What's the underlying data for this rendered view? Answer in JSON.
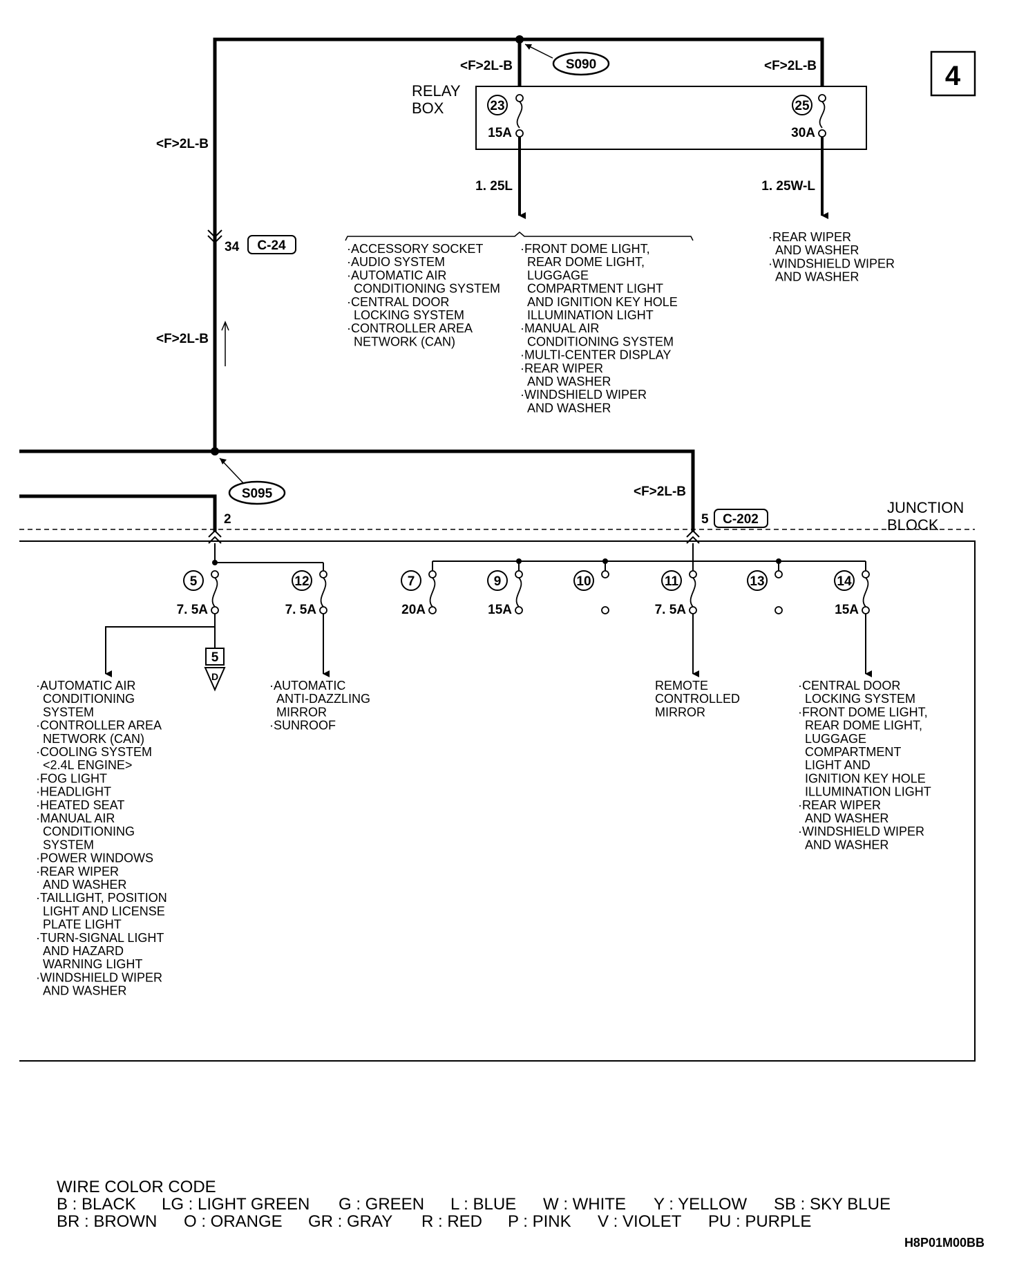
{
  "page_number": "4",
  "figure_code": "H8P01M00BB",
  "wire_labels": {
    "main_left_upper": "<F>2L-B",
    "main_left_lower": "<F>2L-B",
    "relay_in_left": "<F>2L-B",
    "relay_in_right": "<F>2L-B",
    "jb_in_right": "<F>2L-B",
    "out_23": "1. 25L",
    "out_25": "1. 25W-L"
  },
  "splices": {
    "upper": "S090",
    "lower": "S095"
  },
  "connectors": {
    "c24": {
      "pin": "34",
      "name": "C-24"
    },
    "c202": {
      "pin": "5",
      "name": "C-202"
    },
    "jb_pin_left": "2"
  },
  "relay_box": {
    "label_line1": "RELAY",
    "label_line2": "BOX",
    "fuses": [
      {
        "number": "23",
        "rating": "15A"
      },
      {
        "number": "25",
        "rating": "30A"
      }
    ]
  },
  "junction_block": {
    "label_line1": "JUNCTION",
    "label_line2": "BLOCK",
    "fuses": [
      {
        "number": "5",
        "rating": "7. 5A"
      },
      {
        "number": "12",
        "rating": "7. 5A"
      },
      {
        "number": "7",
        "rating": "20A"
      },
      {
        "number": "9",
        "rating": "15A"
      },
      {
        "number": "10",
        "rating": ""
      },
      {
        "number": "11",
        "rating": "7. 5A"
      },
      {
        "number": "13",
        "rating": ""
      },
      {
        "number": "14",
        "rating": "15A"
      }
    ],
    "ref_box": {
      "number": "5",
      "letter": "D"
    }
  },
  "systems": {
    "fuse23_left": [
      "·ACCESSORY SOCKET",
      "·AUDIO SYSTEM",
      "·AUTOMATIC AIR",
      " CONDITIONING SYSTEM",
      "·CENTRAL DOOR",
      " LOCKING SYSTEM",
      "·CONTROLLER AREA",
      " NETWORK (CAN)"
    ],
    "fuse23_right": [
      "·FRONT DOME LIGHT,",
      " REAR DOME LIGHT,",
      " LUGGAGE",
      " COMPARTMENT LIGHT",
      " AND IGNITION KEY HOLE",
      " ILLUMINATION LIGHT",
      "·MANUAL AIR",
      " CONDITIONING SYSTEM",
      "·MULTI-CENTER DISPLAY",
      "·REAR WIPER",
      " AND WASHER",
      "·WINDSHIELD WIPER",
      " AND WASHER"
    ],
    "fuse25": [
      "·REAR WIPER",
      " AND WASHER",
      "·WINDSHIELD WIPER",
      " AND WASHER"
    ],
    "fuse5": [
      "·AUTOMATIC AIR",
      " CONDITIONING",
      " SYSTEM",
      "·CONTROLLER AREA",
      " NETWORK (CAN)",
      "·COOLING SYSTEM",
      " <2.4L ENGINE>",
      "·FOG LIGHT",
      "·HEADLIGHT",
      "·HEATED SEAT",
      "·MANUAL AIR",
      " CONDITIONING",
      " SYSTEM",
      "·POWER WINDOWS",
      "·REAR WIPER",
      " AND WASHER",
      "·TAILLIGHT, POSITION",
      " LIGHT AND LICENSE",
      " PLATE LIGHT",
      "·TURN-SIGNAL LIGHT",
      " AND HAZARD",
      " WARNING LIGHT",
      "·WINDSHIELD WIPER",
      " AND WASHER"
    ],
    "fuse12": [
      "·AUTOMATIC",
      " ANTI-DAZZLING",
      " MIRROR",
      "·SUNROOF"
    ],
    "fuse11": [
      "REMOTE",
      "CONTROLLED",
      "MIRROR"
    ],
    "fuse14": [
      "·CENTRAL DOOR",
      " LOCKING SYSTEM",
      "·FRONT DOME LIGHT,",
      " REAR DOME LIGHT,",
      " LUGGAGE",
      " COMPARTMENT",
      " LIGHT AND",
      " IGNITION KEY HOLE",
      " ILLUMINATION LIGHT",
      "·REAR WIPER",
      " AND WASHER",
      "·WINDSHIELD WIPER",
      " AND WASHER"
    ]
  },
  "legend": {
    "title": "WIRE COLOR CODE",
    "row1": [
      "B : BLACK",
      "LG : LIGHT GREEN",
      "G : GREEN",
      "L : BLUE",
      "W : WHITE",
      "Y : YELLOW",
      "SB : SKY BLUE"
    ],
    "row2": [
      "BR : BROWN",
      "O : ORANGE",
      "GR : GRAY",
      "R : RED",
      "P : PINK",
      "V : VIOLET",
      "PU : PURPLE"
    ]
  }
}
